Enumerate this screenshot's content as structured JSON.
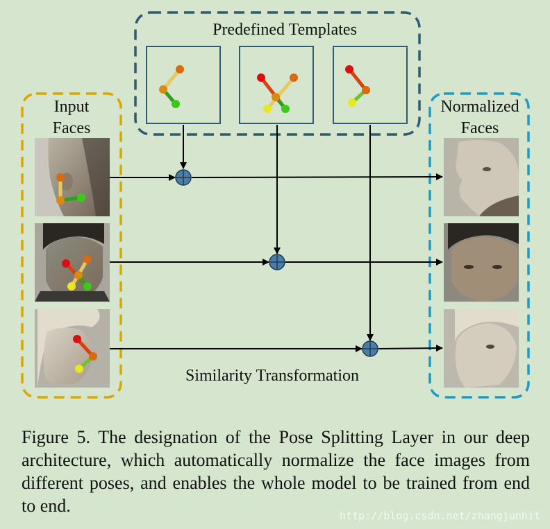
{
  "labels": {
    "templates": "Predefined Templates",
    "input_line1": "Input",
    "input_line2": "Faces",
    "normalized_line1": "Normalized",
    "normalized_line2": "Faces",
    "transform": "Similarity Transformation"
  },
  "caption": "Figure 5. The designation of the Pose Splitting Layer in our deep architecture, which automatically normalize the face images from different poses, and enables the whole model to be trained from end to end.",
  "watermark": "http://blog.csdn.net/zhangjunhit",
  "colors": {
    "background": "#d6e5cd",
    "input_group": "#d8a800",
    "template_group": "#2f5b70",
    "normalized_group": "#1b9cc7",
    "operator": "#4a7ea8",
    "landmark_red": "#d81010",
    "landmark_orange": "#d96a10",
    "landmark_yellow": "#e8e820",
    "landmark_green": "#2ec81a"
  },
  "icons": [
    "plus-circle-operator-icon",
    "arrow-right-icon",
    "arrow-down-icon",
    "face-photo-icon",
    "landmark-template-icon"
  ]
}
